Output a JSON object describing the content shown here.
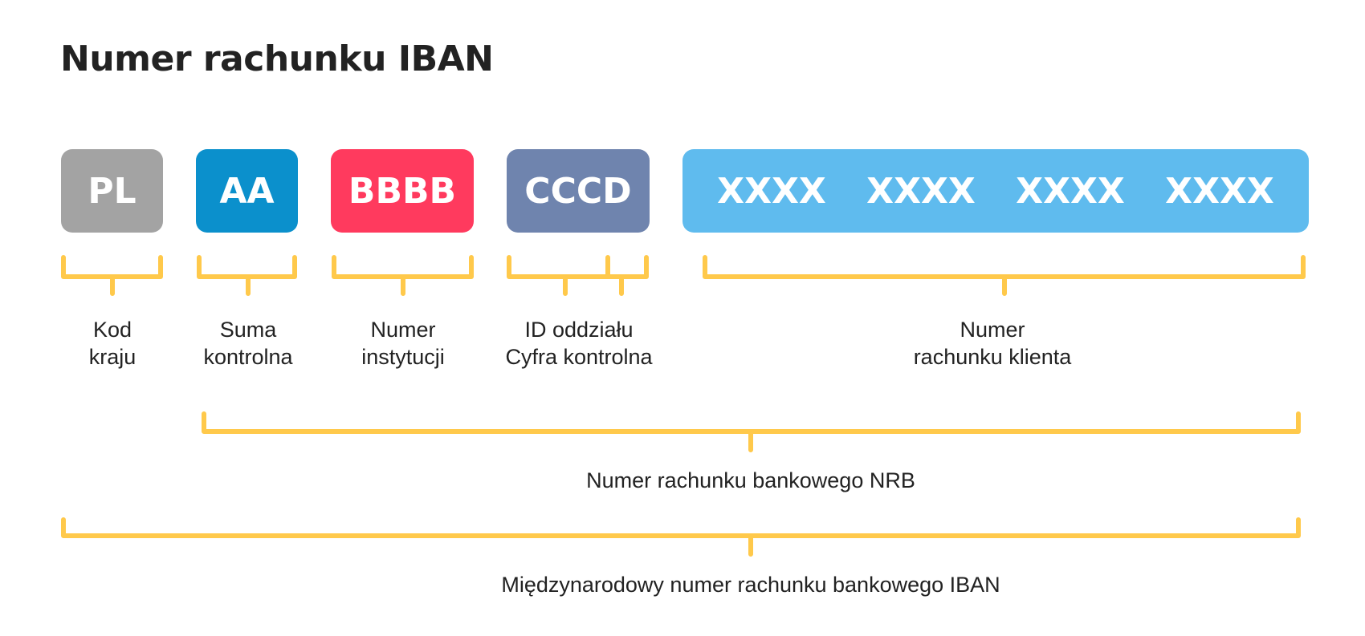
{
  "title": "Numer rachunku IBAN",
  "segments": {
    "country": "PL",
    "checksum": "AA",
    "institution": "BBBB",
    "branch": "CCCD",
    "account": [
      "XXXX",
      "XXXX",
      "XXXX",
      "XXXX"
    ]
  },
  "labels": {
    "country": [
      "Kod",
      "kraju"
    ],
    "checksum": [
      "Suma",
      "kontrolna"
    ],
    "institution": [
      "Numer",
      "instytucji"
    ],
    "branch": [
      "ID oddziału",
      "Cyfra kontrolna"
    ],
    "account": [
      "Numer",
      "rachunku klienta"
    ],
    "nrb": "Numer rachunku bankowego NRB",
    "iban": "Międzynarodowy numer rachunku bankowego IBAN"
  },
  "colors": {
    "country": "#A3A3A3",
    "checksum": "#0B90CC",
    "institution": "#FF3A5E",
    "branch": "#6F84AE",
    "account": "#5FBBEE",
    "bracket": "#FFC94B"
  }
}
